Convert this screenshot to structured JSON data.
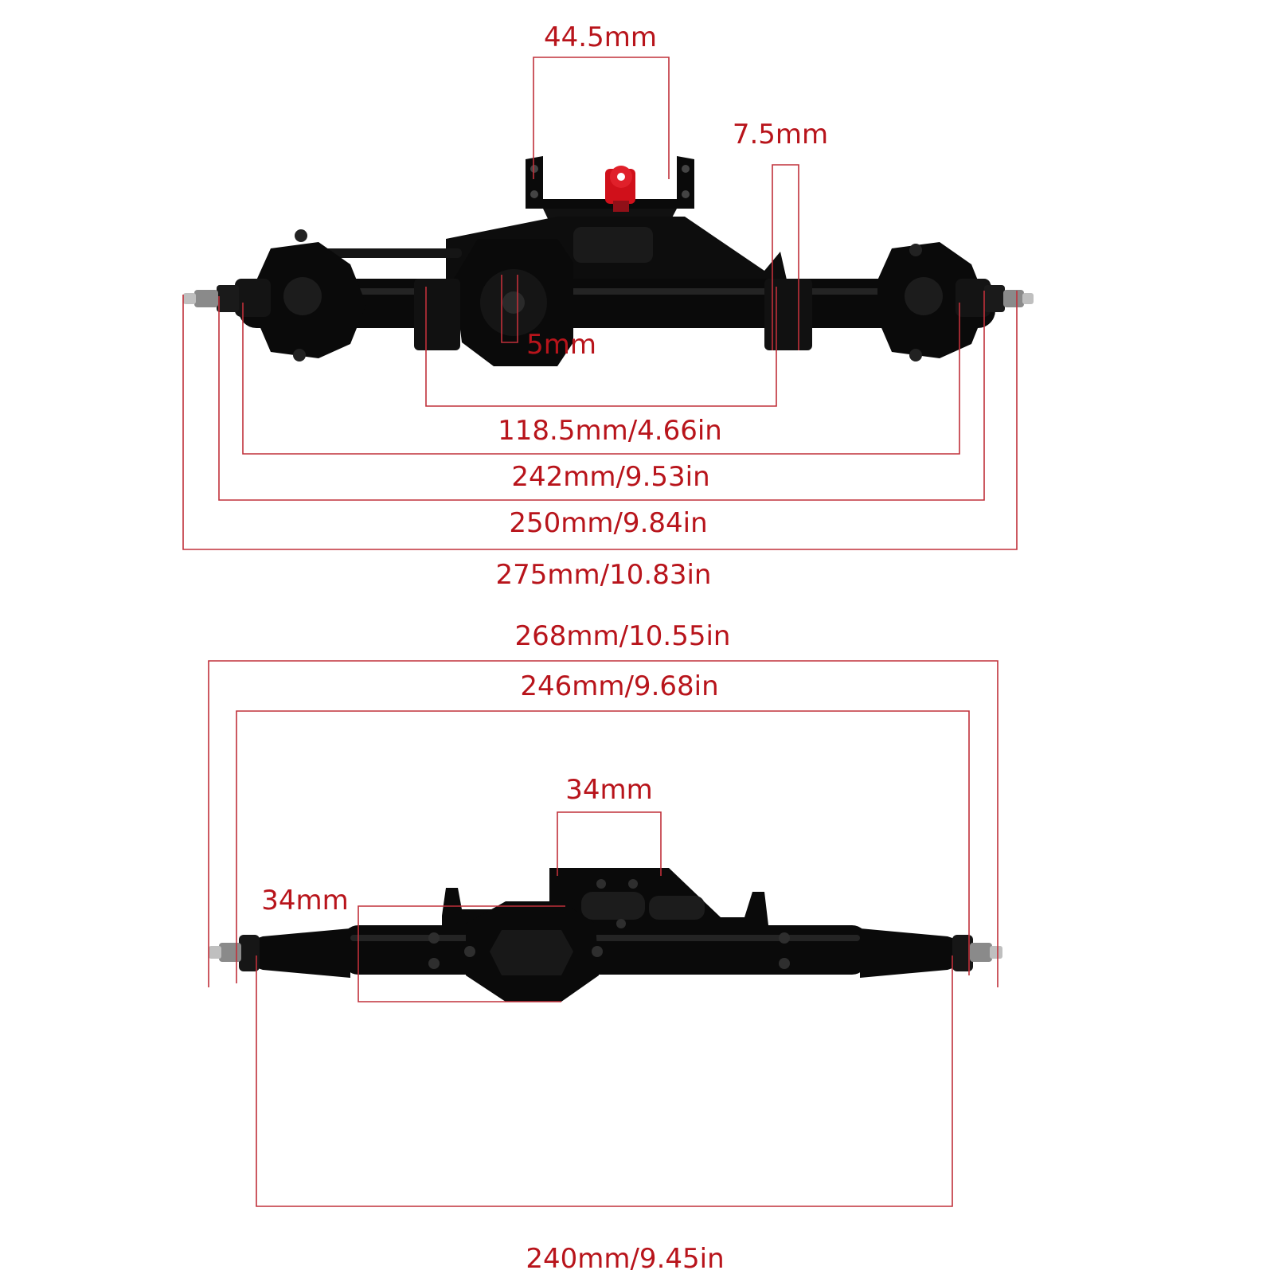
{
  "colors": {
    "dimension": "#c0303a",
    "label": "#b8141b",
    "axle_body": "#0a0a0a",
    "axle_highlight": "#3a3a3a",
    "servo_saver": "#d0101a"
  },
  "front_axle": {
    "dimensions": {
      "mount_width": "44.5mm",
      "link_offset": "7.5mm",
      "pinion_offset": "5mm",
      "housing_width": "118.5mm/4.66in",
      "knuckle_width": "242mm/9.53in",
      "hex_width": "250mm/9.84in",
      "overall_width": "275mm/10.83in"
    }
  },
  "rear_axle": {
    "dimensions": {
      "overall_width": "268mm/10.55in",
      "hex_width": "246mm/9.68in",
      "top_mount_width": "34mm",
      "pumpkin_width": "34mm",
      "tube_width": "240mm/9.45in"
    }
  }
}
